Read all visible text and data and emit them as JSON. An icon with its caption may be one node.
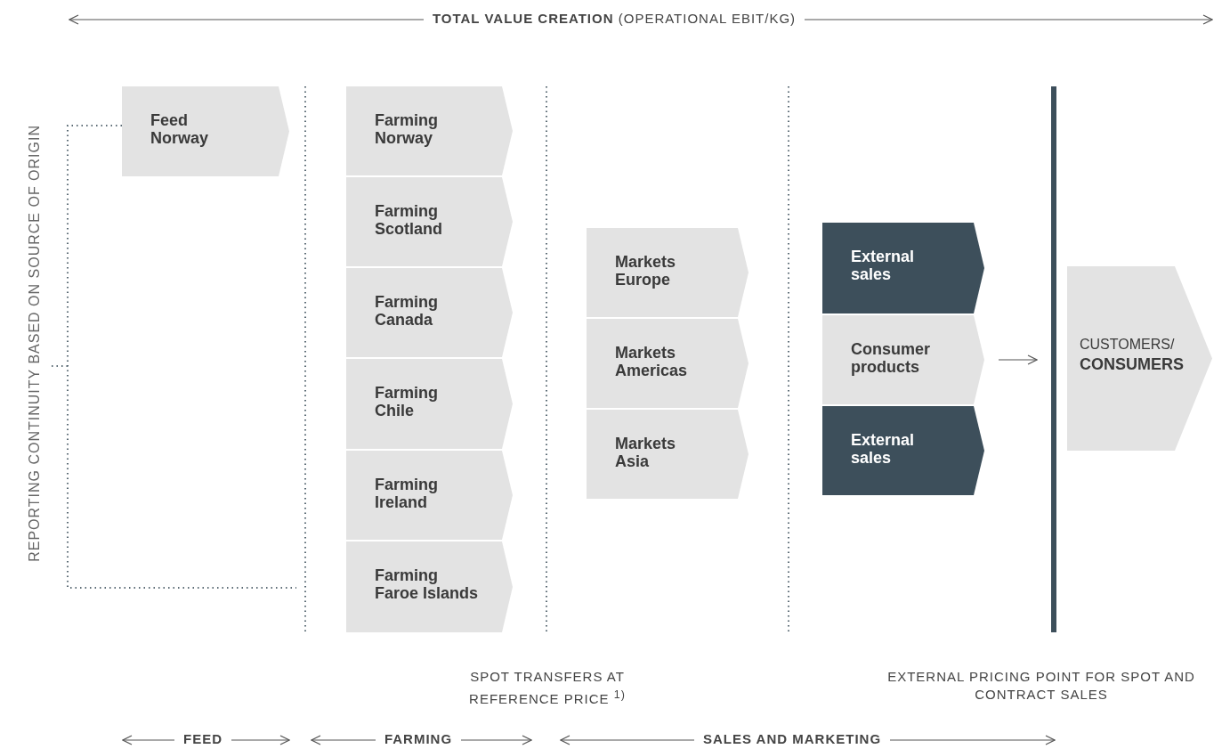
{
  "diagram": {
    "nodes": [
      {
        "text": [
          "Feed Norway"
        ]
      },
      {
        "text": [
          "Farming Norway"
        ]
      },
      {
        "text": [
          "Farming Scotland"
        ]
      },
      {
        "text": [
          "Farming Canada"
        ]
      },
      {
        "text": [
          "Farming Chile"
        ]
      },
      {
        "text": [
          "Farming Ireland"
        ]
      },
      {
        "text": [
          "Farming Faroe Islands"
        ]
      },
      {
        "text": [
          "Markets Europe"
        ]
      },
      {
        "text": [
          "Markets Americas"
        ]
      },
      {
        "text": [
          "Markets Asia"
        ]
      },
      {
        "text": [
          "External sales"
        ]
      },
      {
        "text": [
          "Consumer products"
        ]
      },
      {
        "text": [
          "External sales"
        ]
      },
      {
        "text": [
          "CUSTOMERS/ **CONSUMERS**"
        ]
      }
    ],
    "edges": [
      {
        "from": 11,
        "to": 13,
        "arrow": "to"
      }
    ],
    "labels": [
      "**TOTAL VALUE CREATION** (OPERATIONAL EBIT/KG)",
      "REPORTING CONTINUITY BASED ON SOURCE OF ORIGIN",
      "SPOT TRANSFERS AT REFERENCE PRICE $^{1)}$",
      "EXTERNAL PRICING POINT FOR SPOT AND CONTRACT SALES",
      "FEED",
      "FARMING",
      "SALES AND MARKETING"
    ]
  }
}
